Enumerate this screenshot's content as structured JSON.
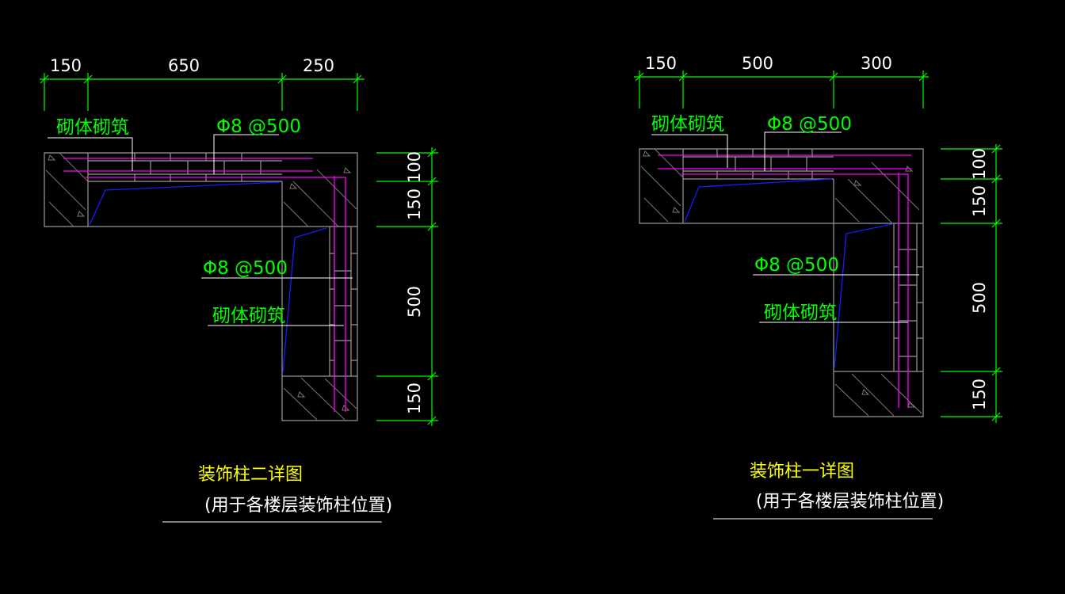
{
  "colors": {
    "background": "#000000",
    "dimension_line": "#00ff00",
    "dimension_text": "#ffffff",
    "outline": "#9a9a9a",
    "rebar": "#ff00ff",
    "break_line": "#1a1aff",
    "label": "#00ff00",
    "title": "#ffff00",
    "subtitle": "#ffffff"
  },
  "detail_2": {
    "top_dims": [
      "150",
      "650",
      "250"
    ],
    "side_dims": [
      "100",
      "150",
      "500",
      "150"
    ],
    "label_masonry_top": "砌体砌筑",
    "label_rebar_top": "Φ8 @500",
    "label_rebar_side": "Φ8 @500",
    "label_masonry_side": "砌体砌筑",
    "title": "装饰柱二详图",
    "subtitle": "(用于各楼层装饰柱位置)"
  },
  "detail_1": {
    "top_dims": [
      "150",
      "500",
      "300"
    ],
    "side_dims": [
      "100",
      "150",
      "500",
      "150"
    ],
    "label_masonry_top": "砌体砌筑",
    "label_rebar_top": "Φ8 @500",
    "label_rebar_side": "Φ8 @500",
    "label_masonry_side": "砌体砌筑",
    "title": "装饰柱一详图",
    "subtitle": "(用于各楼层装饰柱位置)"
  }
}
